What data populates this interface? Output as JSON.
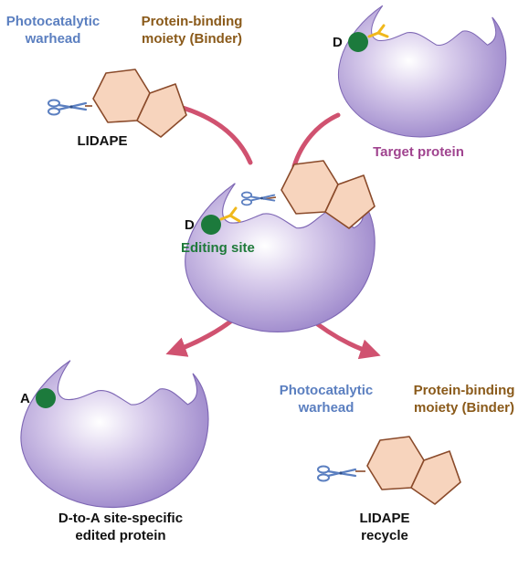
{
  "panel_top_left": {
    "warhead_label": [
      "Photocatalytic",
      "warhead"
    ],
    "binder_label": [
      "Protein-binding",
      "moiety (Binder)"
    ],
    "name": "LIDAPE"
  },
  "panel_top_right": {
    "residue": "D",
    "caption": "Target protein"
  },
  "panel_center": {
    "residue": "D",
    "site_label": "Editing site"
  },
  "panel_bottom_left": {
    "residue": "A",
    "caption": [
      "D-to-A site-specific",
      "edited protein"
    ]
  },
  "panel_bottom_right": {
    "warhead_label": [
      "Photocatalytic",
      "warhead"
    ],
    "binder_label": [
      "Protein-binding",
      "moiety (Binder)"
    ],
    "caption": [
      "LIDAPE",
      "recycle"
    ]
  },
  "colors": {
    "protein_fill": "#a78fcf",
    "ligand_fill": "#f7d4bd",
    "ligand_stroke": "#8a4a2a",
    "residue_dot": "#1c7a3c",
    "arrow": "#d05270",
    "highlight_y": "#f0b81c",
    "scissors": "#5b7fc0"
  }
}
